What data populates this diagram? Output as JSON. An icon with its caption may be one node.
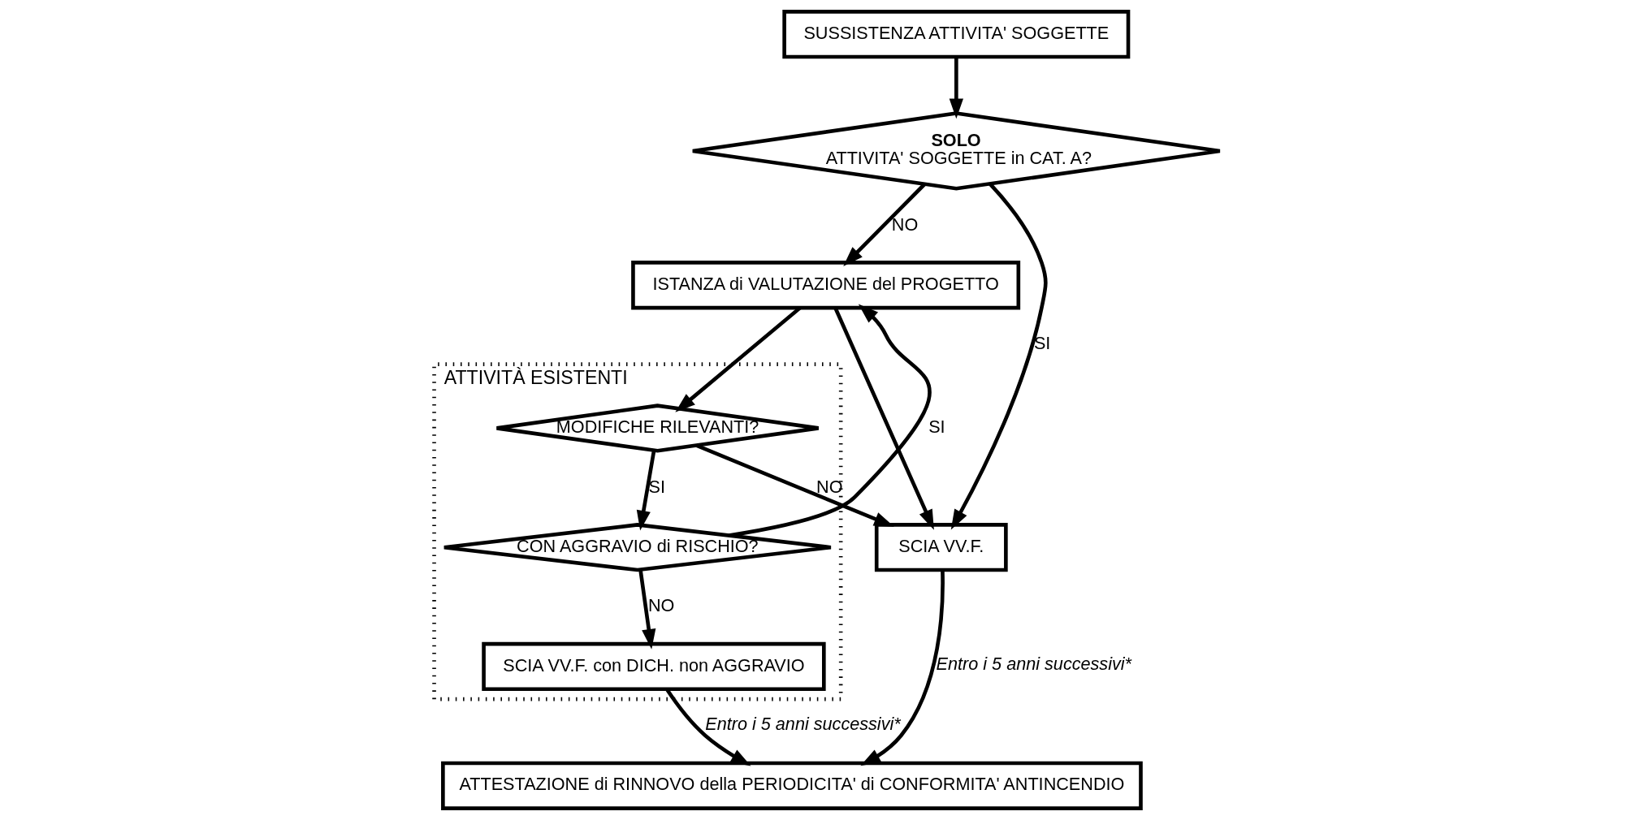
{
  "diagram": {
    "nodes": [
      {
        "text": [
          "SUSSISTENZA ATTIVITA' SOGGETTE"
        ]
      },
      {
        "text": [
          "ISTANZA di VALUTAZIONE del PROGETTO"
        ]
      },
      {
        "text": [
          "ATTIVITÀ ESISTENTI"
        ]
      },
      {
        "text": [
          "SOLO",
          "ATTIVITA' SOGGETTE in CAT. A?"
        ]
      },
      {
        "text": [
          "MODIFICHE RILEVANTI?"
        ],
        "in": 2
      },
      {
        "text": [
          "CON AGGRAVIO di RISCHIO?"
        ],
        "in": 2
      },
      {
        "text": [
          "SCIA VV.F."
        ]
      },
      {
        "text": [
          "SCIA VV.F. con DICH. non AGGRAVIO"
        ],
        "in": 2
      },
      {
        "text": [
          "ATTESTAZIONE di RINNOVO della PERIODICITA' di CONFORMITA' ANTINCENDIO"
        ]
      }
    ],
    "edges": [
      {
        "from": 0,
        "to": 3,
        "arrow": "to"
      },
      {
        "from": 3,
        "to": 1,
        "arrow": "to",
        "label": "NO"
      },
      {
        "from": 3,
        "to": 6,
        "arrow": "to",
        "label": "SI"
      },
      {
        "from": 1,
        "to": 6,
        "arrow": "to"
      },
      {
        "from": 1,
        "to": 4,
        "arrow": "to"
      },
      {
        "from": 4,
        "to": 5,
        "arrow": "to",
        "label": "SI"
      },
      {
        "from": 4,
        "to": 6,
        "arrow": "to",
        "label": "NO"
      },
      {
        "from": 5,
        "to": 1,
        "arrow": "to",
        "label": "SI"
      },
      {
        "from": 5,
        "to": 7,
        "arrow": "to",
        "label": "NO"
      },
      {
        "from": 6,
        "to": 8,
        "arrow": "to",
        "label": "Entro i 5 anni successivi*"
      },
      {
        "from": 7,
        "to": 8,
        "arrow": "to",
        "label": "Entro i 5 anni successivi*"
      }
    ]
  }
}
